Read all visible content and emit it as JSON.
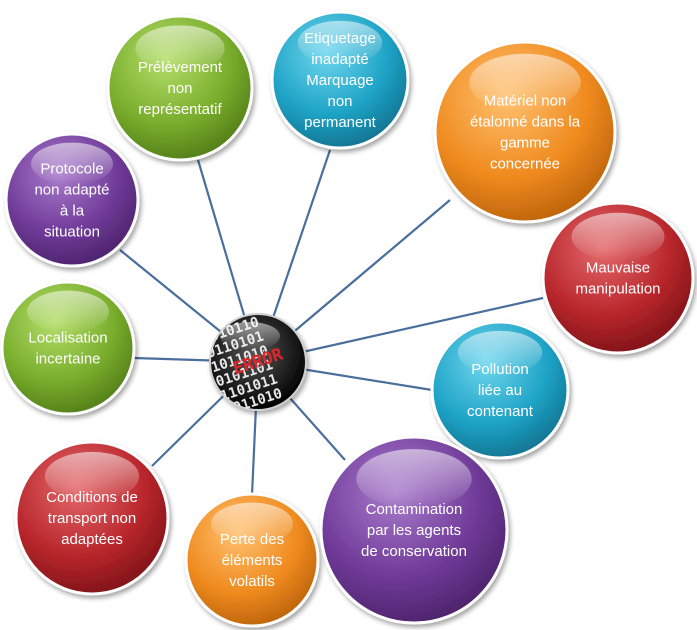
{
  "center": {
    "icon": "error-binary-ball-icon",
    "label": "ERROR"
  },
  "colors": {
    "connector": "#4a6f9c",
    "teal": "#1ea3c6",
    "green": "#79ad2c",
    "purple": "#6f3a98",
    "orange": "#ef8a1e",
    "red": "#b8262b"
  },
  "nodes": [
    {
      "id": "etiquetage",
      "color": "teal",
      "lines": [
        "Etiquetage",
        "inadapté",
        "Marquage",
        "non",
        "permanent"
      ]
    },
    {
      "id": "prelevement",
      "color": "green",
      "lines": [
        "Prélèvement",
        "non",
        "représentatif"
      ]
    },
    {
      "id": "protocole",
      "color": "purple",
      "lines": [
        "Protocole",
        "non adapté",
        "à la",
        "situation"
      ]
    },
    {
      "id": "materiel",
      "color": "orange",
      "lines": [
        "Matériel non",
        "étalonné dans la",
        "gamme",
        "concernée"
      ]
    },
    {
      "id": "manipulation",
      "color": "red",
      "lines": [
        "Mauvaise",
        "manipulation"
      ]
    },
    {
      "id": "localisation",
      "color": "green",
      "lines": [
        "Localisation",
        "incertaine"
      ]
    },
    {
      "id": "pollution",
      "color": "teal",
      "lines": [
        "Pollution",
        "liée au",
        "contenant"
      ]
    },
    {
      "id": "conditions",
      "color": "red",
      "lines": [
        "Conditions de",
        "transport non",
        "adaptées"
      ]
    },
    {
      "id": "perte",
      "color": "orange",
      "lines": [
        "Perte des",
        "éléments",
        "volatils"
      ]
    },
    {
      "id": "contamination",
      "color": "purple",
      "lines": [
        "Contamination",
        "par les agents",
        "de conservation"
      ]
    }
  ]
}
